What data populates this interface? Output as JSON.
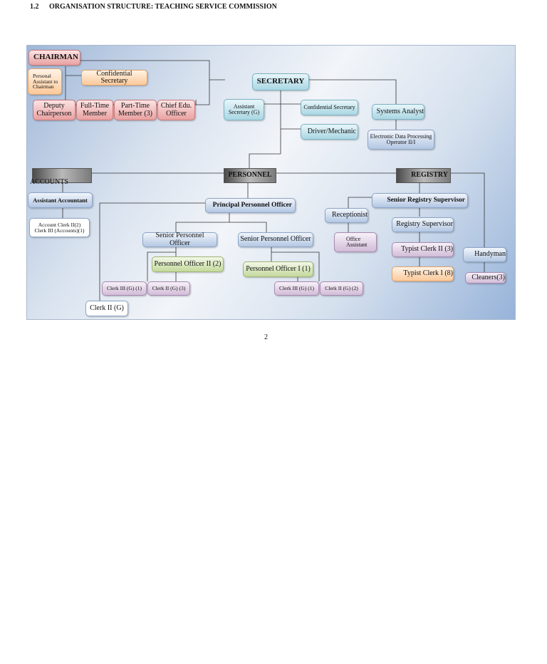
{
  "heading": {
    "number": "1.2",
    "title": "ORGANISATION STRUCTURE: TEACHING SERVICE COMMISSION"
  },
  "nodes": {
    "chairman": "CHAIRMAN",
    "personal_assistant": "Personal Assistant to Chairman",
    "confidential_secretary_1": "Confidential Secretary",
    "deputy_chairperson": "Deputy Chairperson",
    "full_time_member": "Full-Time Member",
    "part_time_member": "Part-Time Member (3)",
    "chief_edu_officer": "Chief Edu. Officer",
    "secretary": "SECRETARY",
    "assistant_secretary": "Assistant Secretary (G)",
    "confidential_secretary_2": "Confidential Secretary",
    "driver_mechanic": "Driver/Mechanic",
    "systems_analyst": "Systems Analyst",
    "edp_operator": "Electronic Data Processing Operator II/I",
    "accounts": "ACCOUNTS",
    "personnel": "PERSONNEL",
    "registry": "REGISTRY",
    "assistant_accountant": "Assistant Accountant",
    "account_clerks": "Account Clerk II(2) Clerk III (Accounts)(1)",
    "principal_personnel_officer": "Principal Personnel Officer",
    "senior_personnel_officer_1": "Senior Personnel Officer",
    "senior_personnel_officer_2": "Senior Personnel Officer",
    "personnel_officer_ii": "Personnel Officer II (2)",
    "personnel_officer_i": "Personnel Officer I (1)",
    "clerk_iii_g_1": "Clerk III (G) (1)",
    "clerk_ii_g_3": "Clerk II (G) (3)",
    "clerk_iii_g_1b": "Clerk III (G) (1)",
    "clerk_ii_g_2": "Clerk II (G) (2)",
    "clerk_ii_g": "Clerk II (G)",
    "receptionist": "Receptionist",
    "office_assistant": "Office Assistant",
    "senior_registry_supervisor": "Senior Registry Supervisor",
    "registry_supervisor": "Registry Supervisor",
    "typist_clerk_ii": "Typist Clerk II (3)",
    "typist_clerk_i": "Typist Clerk I (8)",
    "handyman": "Handyman",
    "cleaners": "Cleaners(3)"
  },
  "page_number": "2"
}
